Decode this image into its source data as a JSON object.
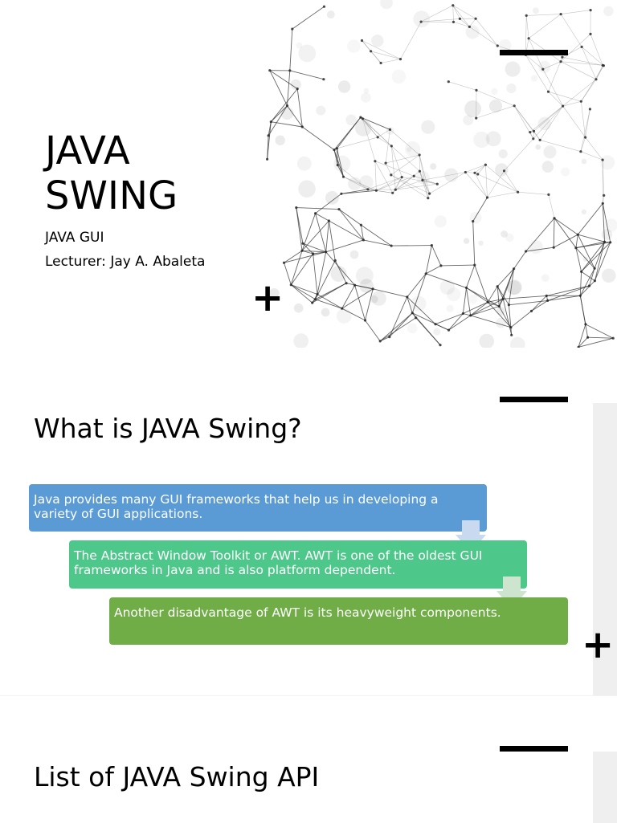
{
  "slide1": {
    "title_line1": "JAVA",
    "title_line2": "SWING",
    "subtitle": "JAVA GUI",
    "lecturer": "Lecturer: Jay A. Abaleta"
  },
  "slide2": {
    "heading": "What is JAVA Swing?",
    "steps": [
      "Java provides many GUI frameworks that help us in developing a variety of GUI applications.",
      "The Abstract Window Toolkit or AWT. AWT is one of the oldest GUI frameworks in Java and is also platform dependent.",
      "Another disadvantage of AWT is its heavyweight components."
    ]
  },
  "slide3": {
    "heading": "List of JAVA Swing API"
  },
  "colors": {
    "step1": "#5b9bd5",
    "step2": "#4ec78a",
    "step3": "#70ad47",
    "arrow1": "#c9d9ef",
    "arrow2": "#cde4cf"
  },
  "icons": [
    "minus-icon",
    "plus-icon",
    "network-graph-image"
  ]
}
